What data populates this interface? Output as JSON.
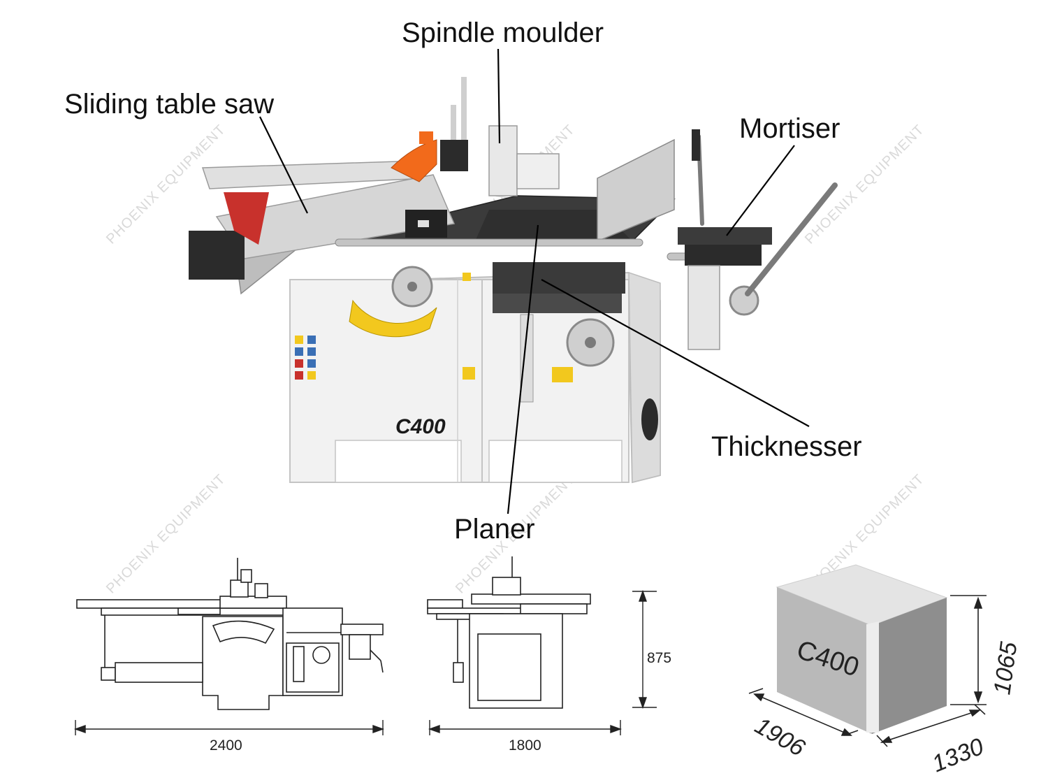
{
  "labels": {
    "spindle_moulder": "Spindle moulder",
    "sliding_table_saw": "Sliding table saw",
    "mortiser": "Mortiser",
    "thicknesser": "Thicknesser",
    "planer": "Planer"
  },
  "machine_model": "C400",
  "watermark": "PHOENIX EQUIPMENT",
  "drawings": {
    "side_width": "2400",
    "front_width": "1800",
    "height": "875"
  },
  "package": {
    "model": "C400",
    "length": "1906",
    "depth": "1330",
    "height": "1065"
  },
  "colors": {
    "machine_body": "#f2f2f2",
    "accent_orange": "#f26a1b",
    "accent_red": "#c8312c",
    "gauge_yellow": "#f2c81e",
    "metal_dark": "#2b2b2b",
    "box_front": "#b9b9b9",
    "box_side": "#8e8e8e",
    "box_top": "#e4e4e4"
  }
}
